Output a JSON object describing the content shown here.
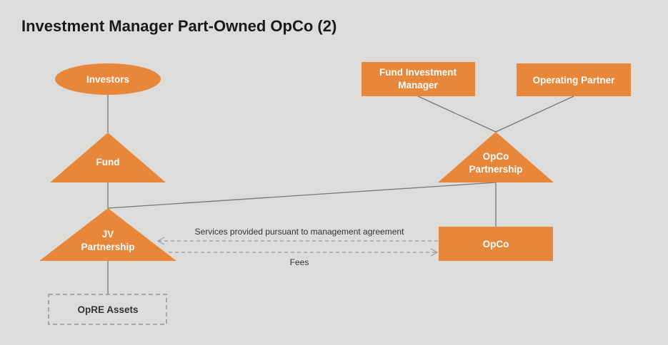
{
  "title": "Investment Manager Part-Owned OpCo (2)",
  "colors": {
    "node_fill": "#e8873a",
    "connector": "#777777",
    "arrow": "#9a9a9a",
    "asset_border": "#8a8a8a",
    "background": "#dcdcda"
  },
  "nodes": {
    "investors": {
      "label": "Investors",
      "shape": "ellipse"
    },
    "fund": {
      "label": "Fund",
      "shape": "triangle"
    },
    "fund_investment_manager": {
      "label_line1": "Fund Investment",
      "label_line2": "Manager",
      "shape": "rectangle"
    },
    "operating_partner": {
      "label": "Operating Partner",
      "shape": "rectangle"
    },
    "opco_partnership": {
      "label_line1": "OpCo",
      "label_line2": "Partnership",
      "shape": "triangle"
    },
    "jv_partnership": {
      "label_line1": "JV",
      "label_line2": "Partnership",
      "shape": "triangle"
    },
    "opco": {
      "label": "OpCo",
      "shape": "rectangle"
    },
    "opre_assets": {
      "label": "OpRE Assets",
      "shape": "dashed-rectangle"
    }
  },
  "edges": {
    "services": {
      "label": "Services provided pursuant to management agreement",
      "from": "OpCo",
      "to": "JV Partnership",
      "style": "dashed-arrow"
    },
    "fees": {
      "label": "Fees",
      "from": "JV Partnership",
      "to": "OpCo",
      "style": "dashed-arrow"
    }
  }
}
